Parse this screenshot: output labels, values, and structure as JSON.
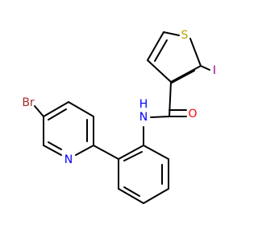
{
  "molecule": {
    "atoms": [
      {
        "id": "Br",
        "label": "Br",
        "color": "#a52a2a"
      },
      {
        "id": "N_pyr",
        "label": "N",
        "color": "#0000ff"
      },
      {
        "id": "N_amide",
        "label": "N",
        "color": "#0000ff"
      },
      {
        "id": "H_amide",
        "label": "H",
        "color": "#0000ff"
      },
      {
        "id": "O",
        "label": "O",
        "color": "#ff0000"
      },
      {
        "id": "S",
        "label": "S",
        "color": "#b8a400"
      },
      {
        "id": "I",
        "label": "I",
        "color": "#940094"
      }
    ],
    "bond_color": "#000000"
  }
}
